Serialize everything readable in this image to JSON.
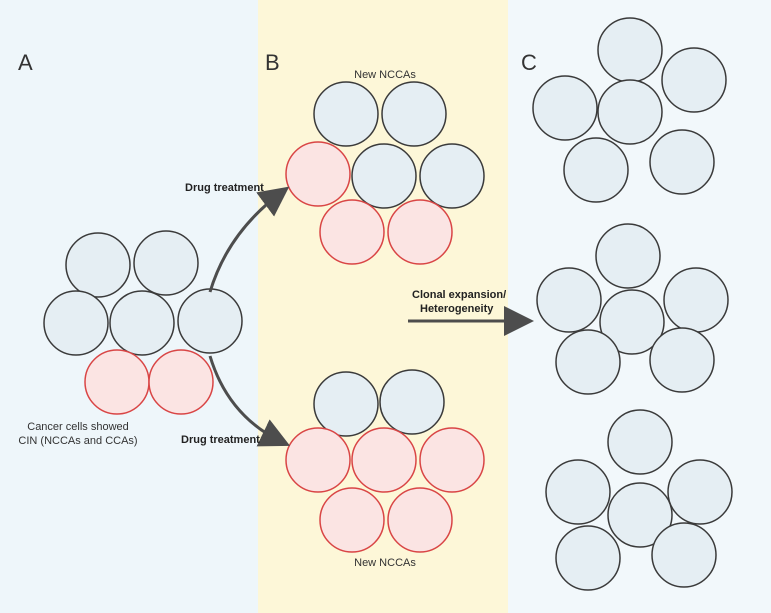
{
  "panels": {
    "a": {
      "letter": "A",
      "caption_line1": "Cancer cells showed",
      "caption_line2": "CIN (NCCAs and CCAs)"
    },
    "b": {
      "letter": "B",
      "top_label": "New NCCAs",
      "bottom_label": "New NCCAs"
    },
    "c": {
      "letter": "C"
    }
  },
  "arrows": {
    "drug_top": "Drug treatment",
    "drug_bottom": "Drug treatment",
    "clonal_line1": "Clonal expansion/",
    "clonal_line2": "Heterogeneity"
  },
  "colors": {
    "panel_a_bg": "#eef6fa",
    "panel_b_bg": "#fdf7d8",
    "panel_c_bg": "#f2f8fb",
    "normal_cell_fill": "#e5eef3",
    "normal_cell_stroke": "#3a3a3a",
    "altered_cell_fill": "#fbe4e3",
    "altered_cell_stroke": "#d94545",
    "arrow": "#4d4d4d",
    "chromosome_purple": "#4b3f8e",
    "chromosome_green": "#8bc43f",
    "chromosome_magenta": "#b03a7a",
    "chromosome_red": "#e2473f",
    "chromosome_blue": "#3aa9d8",
    "chromosome_darkgreen": "#4aa35a"
  }
}
